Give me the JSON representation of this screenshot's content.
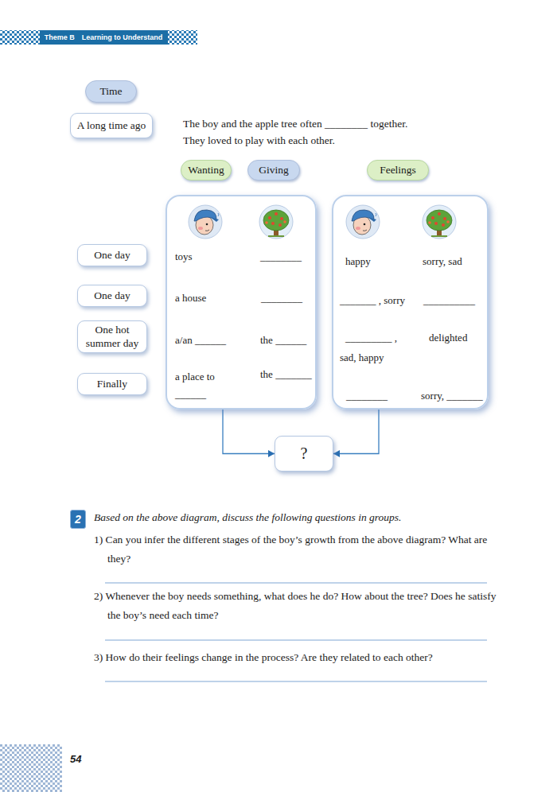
{
  "diagram": {
    "nodes": [
      {
        "text": [
          "Theme B",
          "Learning to Understand"
        ]
      },
      {
        "text": [
          "Time"
        ]
      },
      {
        "text": [
          "A long time ago"
        ]
      },
      {
        "text": [
          "Wanting"
        ]
      },
      {
        "text": [
          "Giving"
        ]
      },
      {
        "text": [
          "Feelings"
        ]
      },
      {
        "text": [
          "One day"
        ]
      },
      {
        "text": [
          "One day"
        ]
      },
      {
        "text": [
          "One hot summer day"
        ]
      },
      {
        "text": [
          "Finally"
        ]
      },
      {
        "text": [
          "toys",
          "________",
          "a house",
          "________",
          "a/an ______",
          "the ______",
          "a place to ______",
          "the _______"
        ]
      },
      {
        "text": [
          "happy",
          "sorry, sad",
          "_______ , sorry",
          "__________",
          "_________ ,",
          "delighted",
          "sad, happy",
          "________",
          "sorry, _______"
        ]
      },
      {
        "text": [
          "?"
        ]
      },
      {
        "text": [
          "2"
        ]
      }
    ],
    "edges": [
      {
        "from": 10,
        "to": 12,
        "arrow": "to"
      },
      {
        "from": 11,
        "to": 12,
        "arrow": "to"
      }
    ],
    "labels": [
      "The boy and the apple tree often ________ together.",
      "They loved to play with each other.",
      "Based on the above diagram, discuss the following questions in groups.",
      "1) Can you infer the different stages of the boy’s growth from the above diagram? What are they?",
      "2) Whenever the boy needs something, what does he do? How about the tree? Does he satisfy the boy’s need each time?",
      "3) How do their feelings change in the process? Are they related to each other?",
      "54"
    ]
  }
}
